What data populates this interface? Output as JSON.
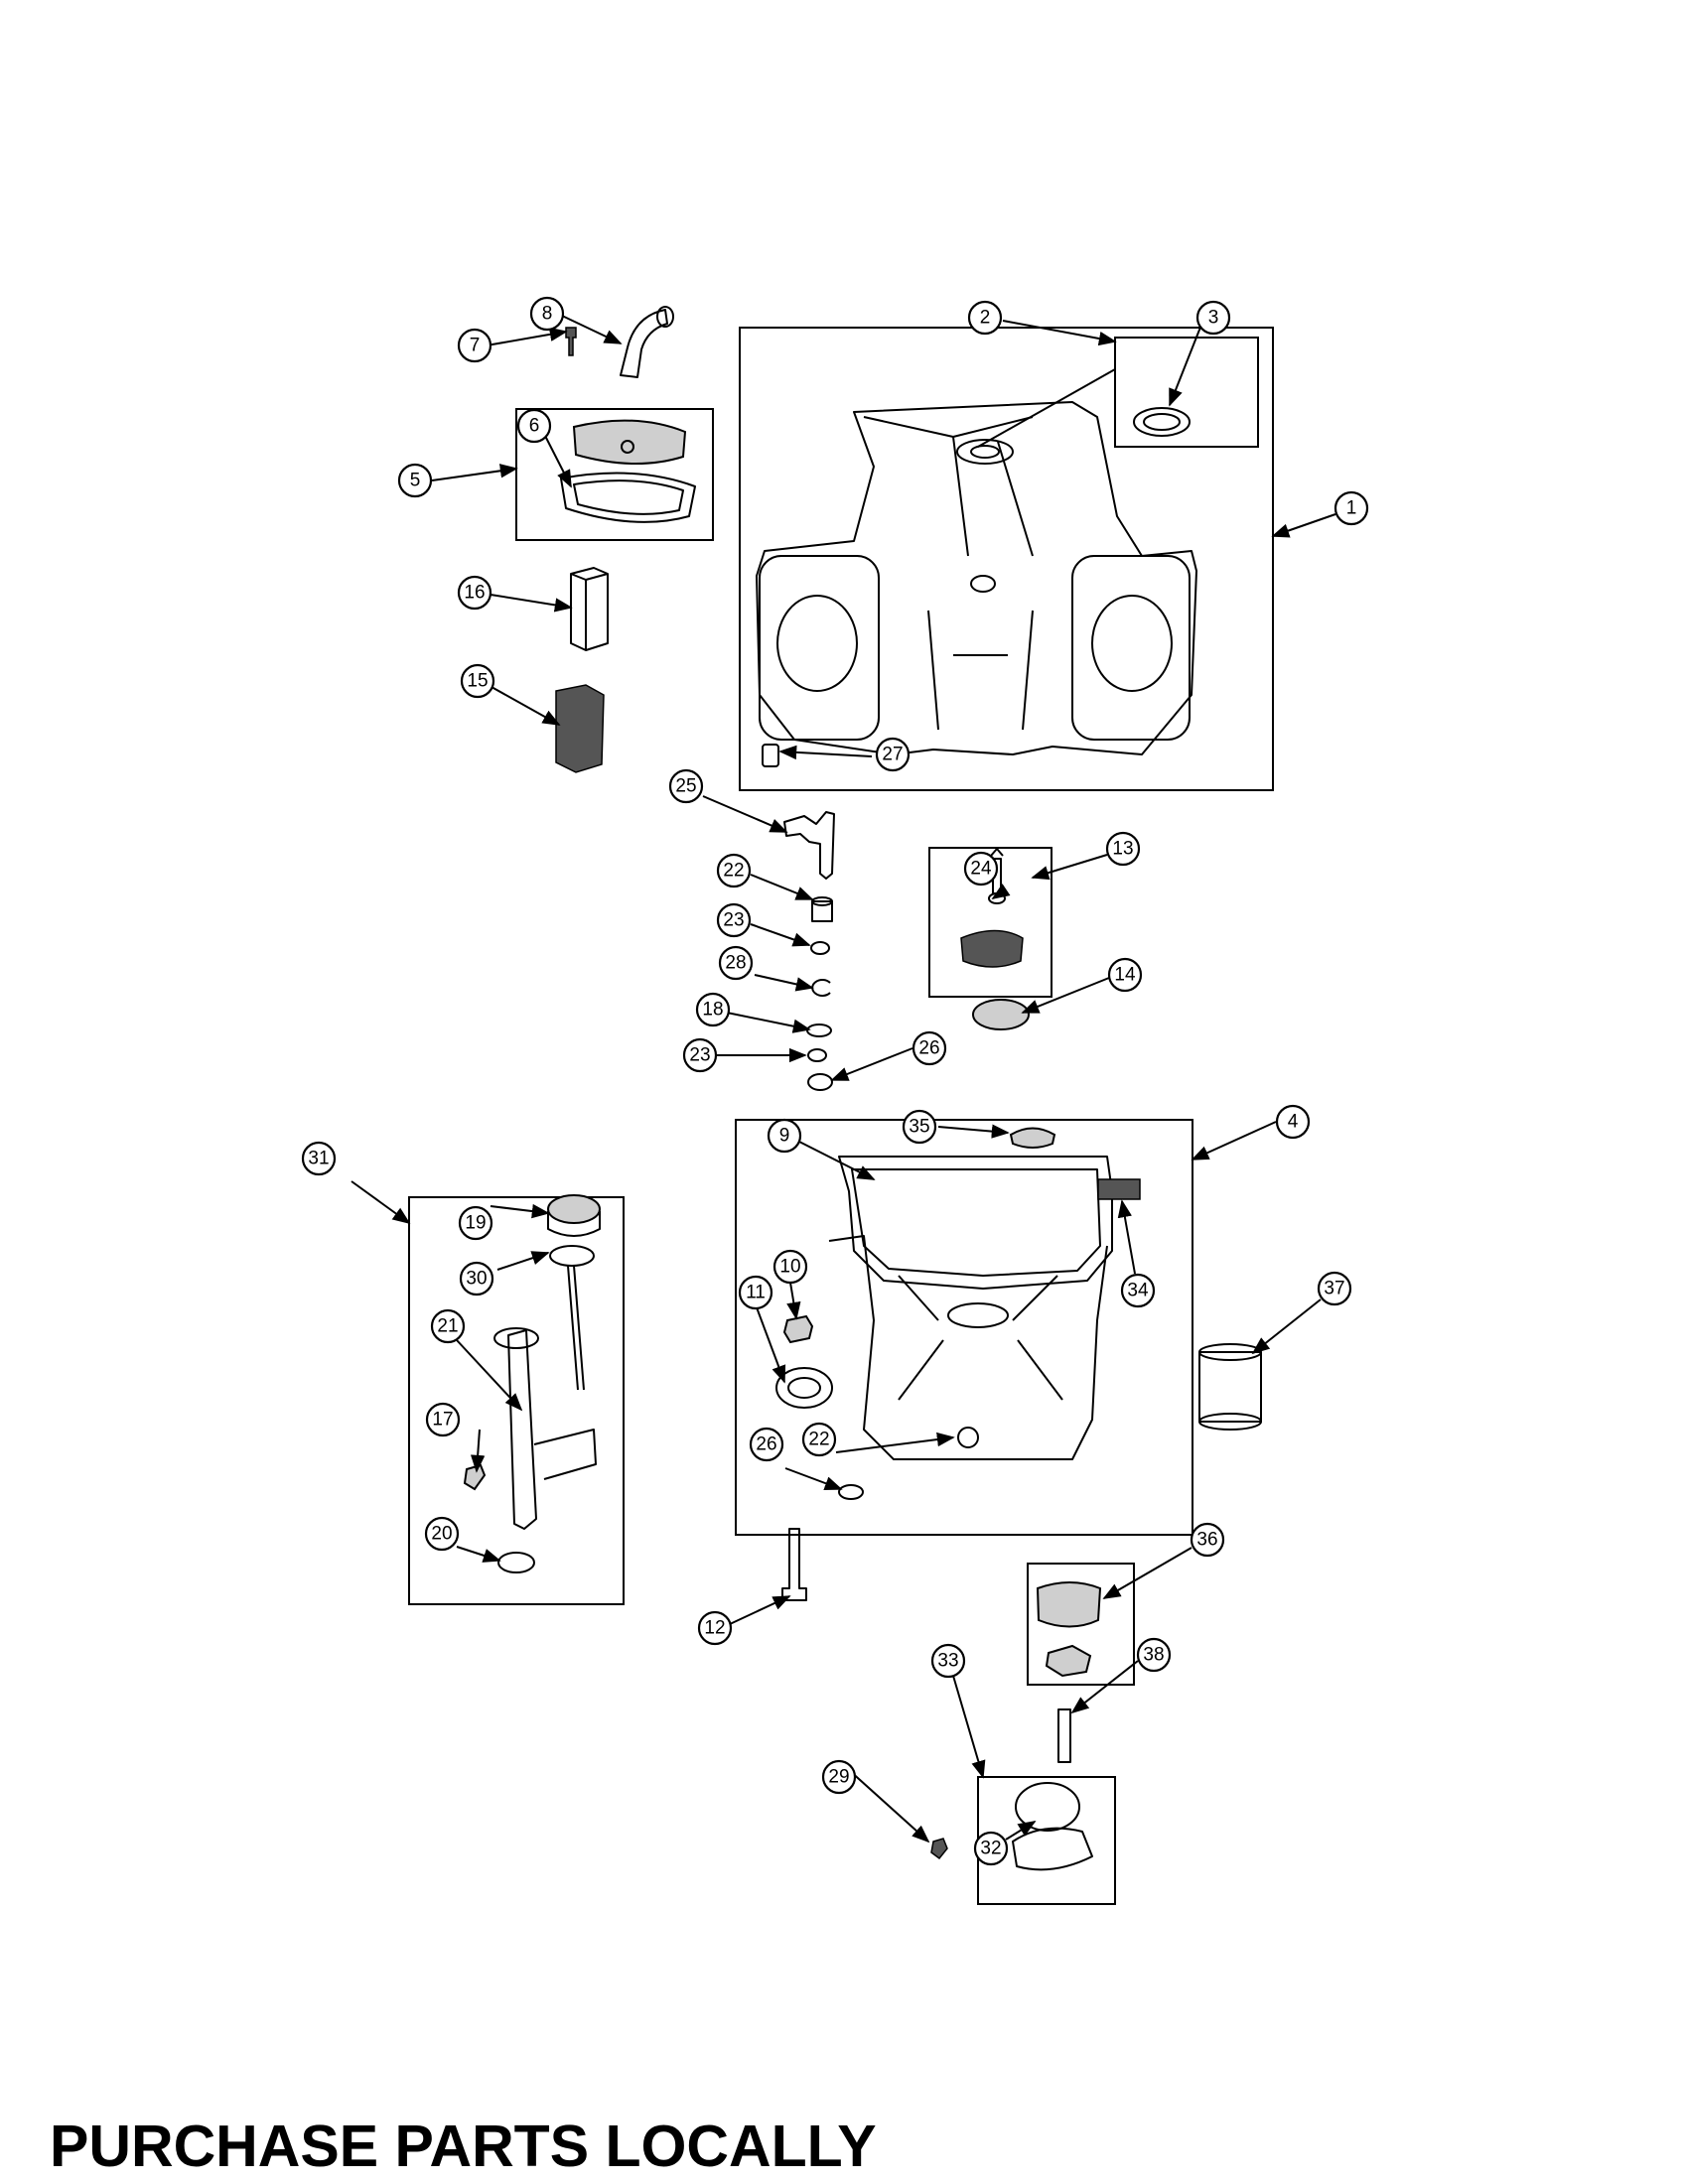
{
  "footer": {
    "note": "PURCHASE PARTS LOCALLY"
  },
  "callouts": {
    "c1": "1",
    "c2": "2",
    "c3": "3",
    "c4": "4",
    "c5": "5",
    "c6": "6",
    "c7": "7",
    "c8": "8",
    "c9": "9",
    "c10": "10",
    "c11": "11",
    "c12": "12",
    "c13": "13",
    "c14": "14",
    "c15": "15",
    "c16": "16",
    "c17": "17",
    "c18": "18",
    "c19": "19",
    "c20": "20",
    "c21": "21",
    "c22a": "22",
    "c22b": "22",
    "c23a": "23",
    "c23b": "23",
    "c24": "24",
    "c25": "25",
    "c26a": "26",
    "c26b": "26",
    "c27": "27",
    "c28": "28",
    "c29": "29",
    "c30": "30",
    "c31": "31",
    "c32": "32",
    "c33": "33",
    "c34": "34",
    "c35": "35",
    "c36": "36",
    "c37": "37",
    "c38": "38"
  }
}
